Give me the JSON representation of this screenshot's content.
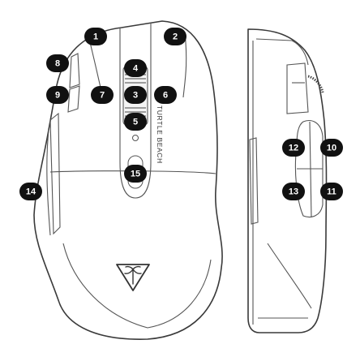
{
  "brand_text": "TURTLE BEACH",
  "colors": {
    "badge_bg": "#111111",
    "badge_text": "#ffffff",
    "outline": "#3a3a3a"
  },
  "icons": {
    "logo": "turtle-beach-palm-logo"
  },
  "buttons": [
    {
      "label": "1"
    },
    {
      "label": "2"
    },
    {
      "label": "3"
    },
    {
      "label": "4"
    },
    {
      "label": "5"
    },
    {
      "label": "6"
    },
    {
      "label": "7"
    },
    {
      "label": "8"
    },
    {
      "label": "9"
    },
    {
      "label": "10"
    },
    {
      "label": "11"
    },
    {
      "label": "12"
    },
    {
      "label": "13"
    },
    {
      "label": "14"
    },
    {
      "label": "15"
    }
  ]
}
